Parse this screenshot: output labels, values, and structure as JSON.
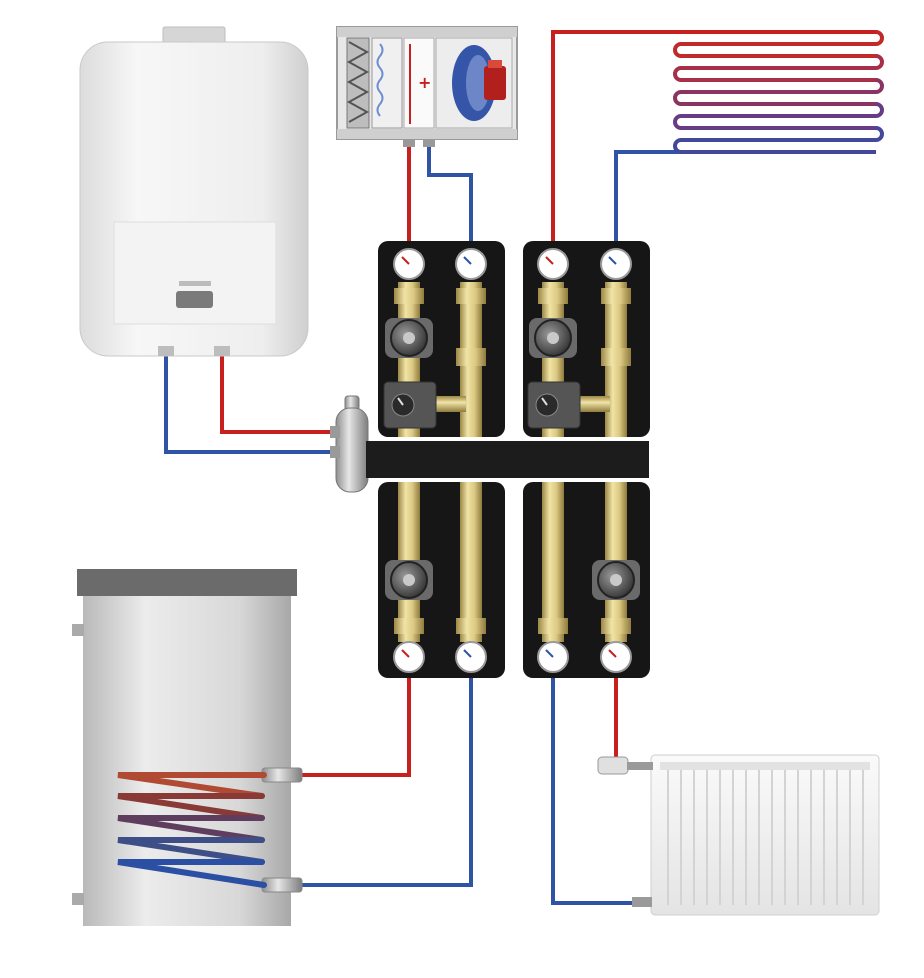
{
  "diagram": {
    "components": [
      {
        "id": "boiler",
        "kind": "wall-mounted gas boiler"
      },
      {
        "id": "air-handler",
        "kind": "air heating unit with fan"
      },
      {
        "id": "underfloor-loop",
        "kind": "underfloor heating coil"
      },
      {
        "id": "hydraulic-separator",
        "kind": "low-loss header"
      },
      {
        "id": "pump-group-1",
        "kind": "mixing pump group"
      },
      {
        "id": "pump-group-2",
        "kind": "mixing pump group"
      },
      {
        "id": "pump-group-3",
        "kind": "direct pump group"
      },
      {
        "id": "pump-group-4",
        "kind": "direct pump group"
      },
      {
        "id": "water-tank",
        "kind": "indirect hot water cylinder"
      },
      {
        "id": "radiator",
        "kind": "panel radiator"
      }
    ],
    "pipe_colors": {
      "supply": "#c8201e",
      "return": "#2f54a6"
    },
    "coil_colors": [
      "#b04a33",
      "#8a3a36",
      "#5f3d5e",
      "#3d4f86",
      "#2b4fa2"
    ]
  }
}
